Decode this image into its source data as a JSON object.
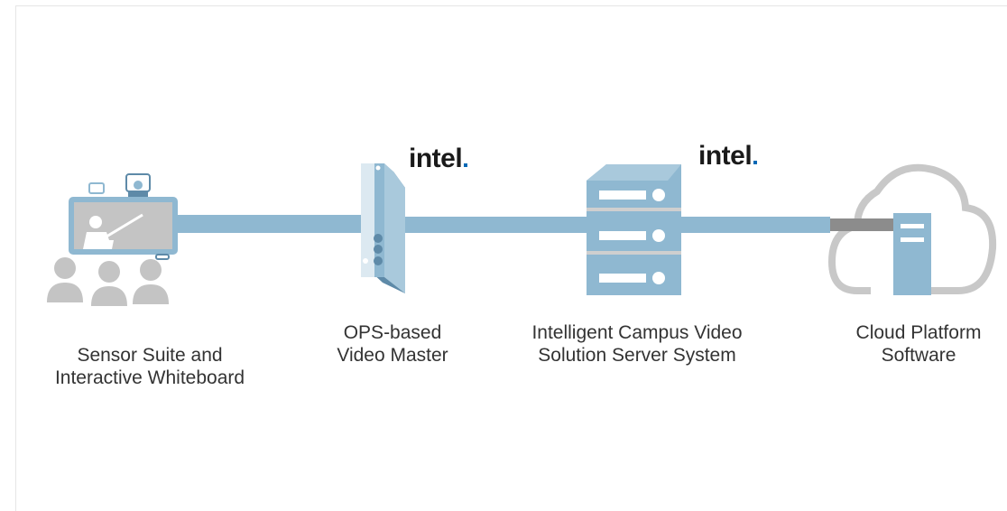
{
  "labels": {
    "sensor": "Sensor Suite and\nInteractive Whiteboard",
    "ops": "OPS-based\nVideo Master",
    "server": "Intelligent Campus Video\nSolution Server System",
    "cloud": "Cloud Platform\nSoftware"
  },
  "logos": {
    "ops_logo": "intel",
    "server_logo": "intel"
  },
  "colors": {
    "accent": "#8fb8d1",
    "accent_dark": "#5e8aa8",
    "gray": "#c4c4c4",
    "cloud": "#c8c8c8"
  }
}
